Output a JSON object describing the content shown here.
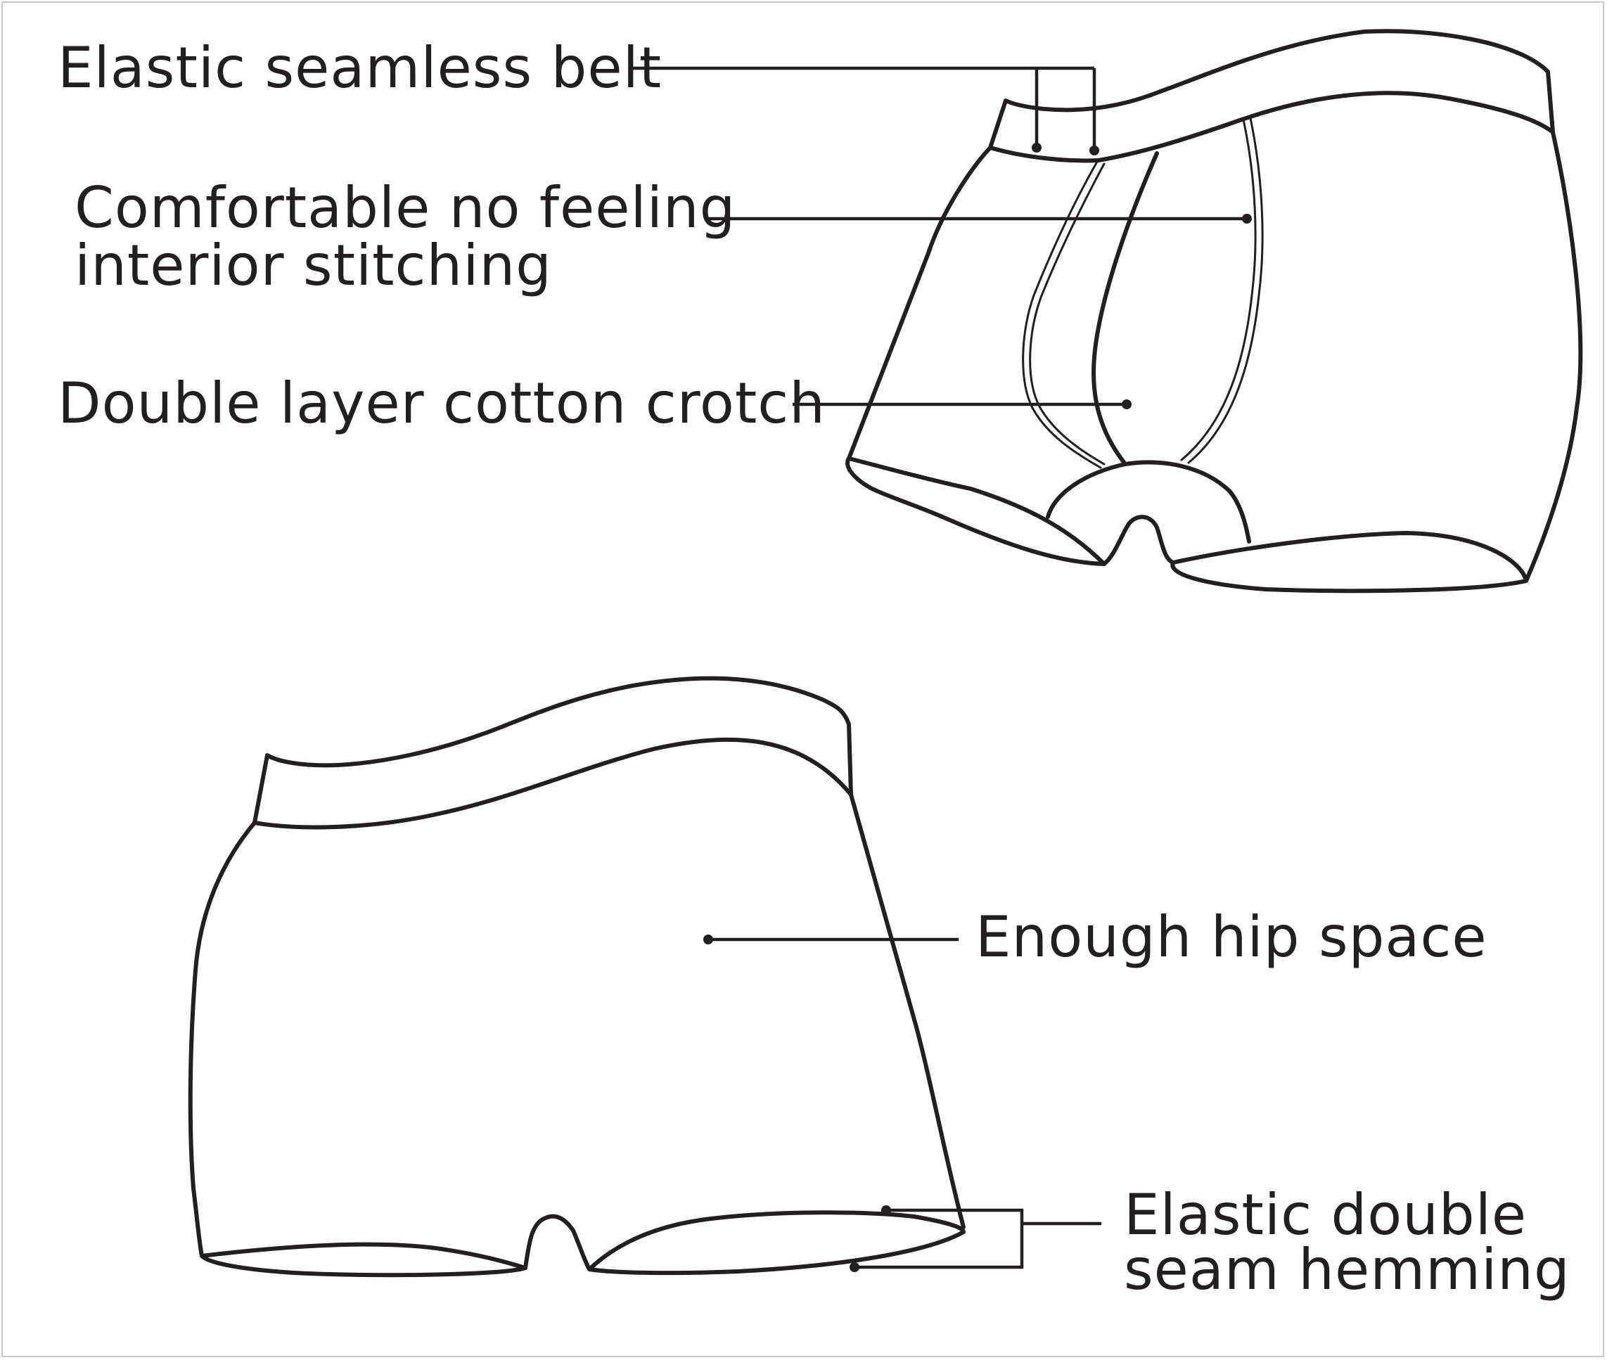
{
  "colors": {
    "ink": "#231f20",
    "background": "#ffffff",
    "frame": "#c8c8c8"
  },
  "labels": {
    "belt": "Elastic seamless belt",
    "stitching_line1": "Comfortable no feeling",
    "stitching_line2": "interior stitching",
    "crotch": "Double layer cotton crotch",
    "hip": "Enough hip space",
    "hemming_line1": "Elastic double",
    "hemming_line2": "seam hemming"
  }
}
